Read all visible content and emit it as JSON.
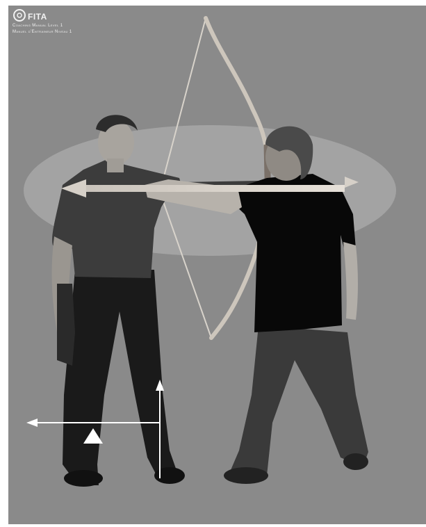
{
  "brand": {
    "name": "FITA",
    "line1": "Coaching Manual Level 1",
    "line2": "Manuel d'Entraineur Niveau 1"
  },
  "footer_note": "",
  "colors": {
    "background": "#8a8a8a",
    "ellipse": "#a8a8a8",
    "arrow": "#ffffff",
    "bow": "#d9d4cc"
  },
  "icons": [
    "fita-logo-icon",
    "stance-triangle-icon"
  ]
}
